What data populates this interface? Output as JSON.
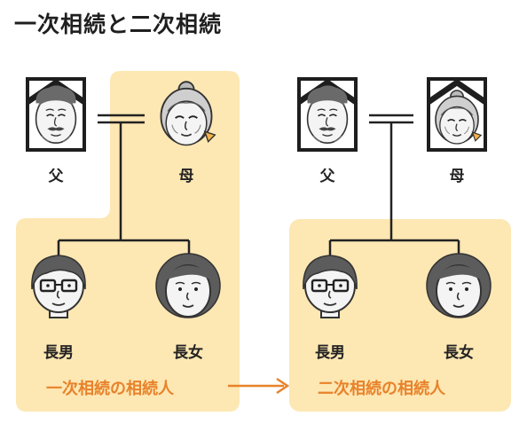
{
  "title": "一次相続と二次相続",
  "colors": {
    "highlight_bg": "#fde7b3",
    "accent_orange": "#e8822a",
    "line": "#222222",
    "frame": "#1e1e1e",
    "face_skin": "#f4f4f4",
    "hair": "#6a6a6a"
  },
  "left_group": {
    "father": {
      "label": "父",
      "icon": "deceased-father-portrait-icon"
    },
    "mother": {
      "label": "母",
      "icon": "mother-icon"
    },
    "son": {
      "label": "長男",
      "icon": "son-icon"
    },
    "daughter": {
      "label": "長女",
      "icon": "daughter-icon"
    },
    "heirs_caption": "一次相続の相続人"
  },
  "right_group": {
    "father": {
      "label": "父",
      "icon": "deceased-father-portrait-icon"
    },
    "mother": {
      "label": "母",
      "icon": "deceased-mother-portrait-icon"
    },
    "son": {
      "label": "長男",
      "icon": "son-icon"
    },
    "daughter": {
      "label": "長女",
      "icon": "daughter-icon"
    },
    "heirs_caption": "二次相続の相続人"
  },
  "arrow_icon": "right-arrow-icon"
}
